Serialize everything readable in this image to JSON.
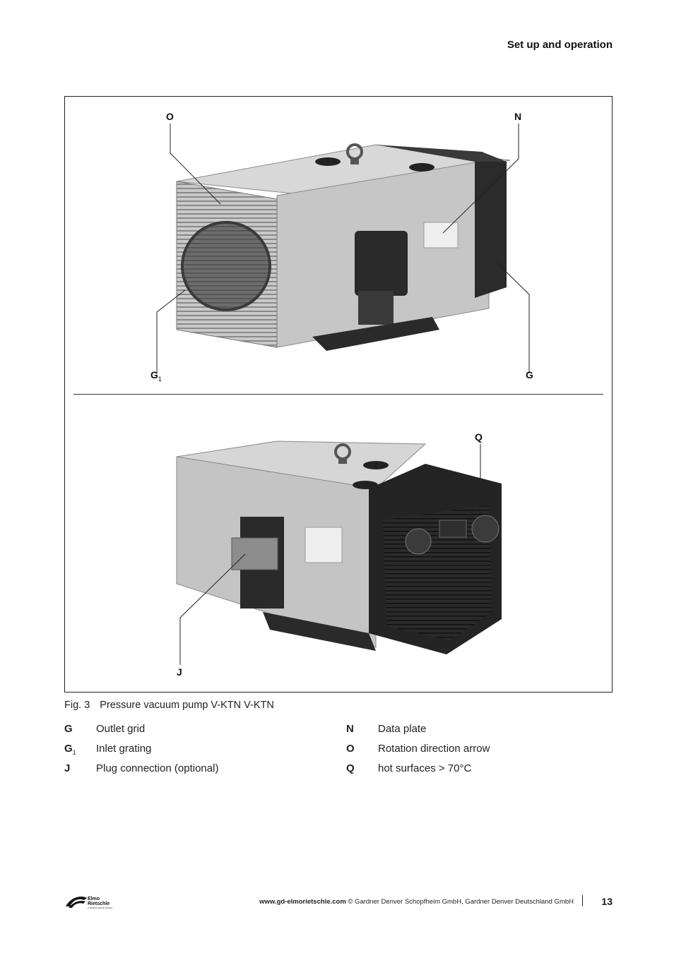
{
  "header": {
    "section_title": "Set up and operation"
  },
  "figure": {
    "callouts": {
      "O": "O",
      "N": "N",
      "G1_main": "G",
      "G1_sub": "1",
      "G": "G",
      "Q": "Q",
      "J": "J"
    },
    "caption": {
      "number": "Fig. 3",
      "text": "Pressure vacuum pump V-KTN  V-KTN"
    }
  },
  "legend": {
    "left": [
      {
        "key": "G",
        "sub": "",
        "label": "Outlet grid"
      },
      {
        "key": "G",
        "sub": "1",
        "label": "Inlet grating"
      },
      {
        "key": "J",
        "sub": "",
        "label": "Plug connection (optional)"
      }
    ],
    "right": [
      {
        "key": "N",
        "sub": "",
        "label": "Data plate"
      },
      {
        "key": "O",
        "sub": "",
        "label": "Rotation direction arrow"
      },
      {
        "key": "Q",
        "sub": "",
        "label": "hot surfaces > 70°C"
      }
    ]
  },
  "footer": {
    "logo_text_line1": "Elmo",
    "logo_text_line2": "Rietschle",
    "logo_tagline": "A Gardner Denver Product",
    "url": "www.gd-elmorietschle.com",
    "copyright": "© Gardner Denver Schopfheim GmbH, Gardner Denver Deutschland GmbH",
    "page_number": "13"
  }
}
